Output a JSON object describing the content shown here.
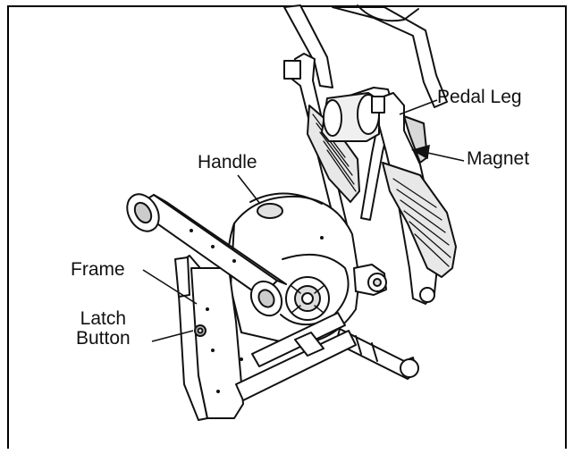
{
  "labels": {
    "pedal_leg": "Pedal Leg",
    "magnet": "Magnet",
    "handle": "Handle",
    "frame": "Frame",
    "latch_button_line1": "Latch",
    "latch_button_line2": "Button"
  },
  "colors": {
    "ink": "#111111",
    "body": "#ffffff",
    "shade": "#d8d8d8",
    "dark": "#7a7a7a"
  },
  "icons": {
    "drawing": "elliptical-trainer-line-art"
  }
}
